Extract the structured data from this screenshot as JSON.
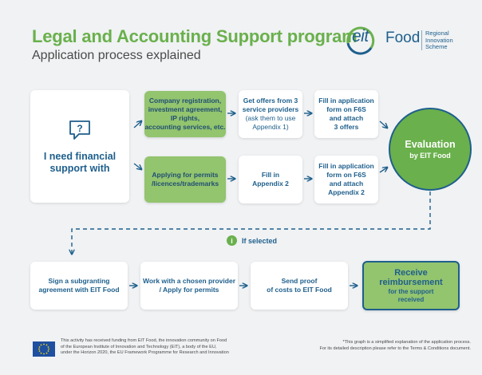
{
  "header": {
    "title": "Legal and Accounting Support program",
    "subtitle": "Application process explained"
  },
  "logo": {
    "eit": "eit",
    "food": "Food",
    "scheme_lines": [
      "Regional",
      "Innovation",
      "Scheme"
    ]
  },
  "colors": {
    "brand_green": "#6ab04c",
    "light_green": "#93c46e",
    "navy": "#1e5f8c",
    "background": "#f0f2f4"
  },
  "start": {
    "icon": "question-chat-icon",
    "lines": [
      "I need financial",
      "support with"
    ]
  },
  "top_row": {
    "category": [
      "Company registration,",
      "investment agreement,",
      "IP rights,",
      "accounting services, etc."
    ],
    "step2_main": [
      "Get offers from 3",
      "service providers"
    ],
    "step2_sub": [
      "(ask them to use",
      "Appendix 1)"
    ],
    "step3": [
      "Fill in application",
      "form on F6S",
      "and attach",
      "3 offers"
    ]
  },
  "bottom_row": {
    "category": [
      "Applying for permits",
      "/licences/trademarks"
    ],
    "step2": [
      "Fill in",
      "Appendix 2"
    ],
    "step3": [
      "Fill in application",
      "form on F6S",
      "and attach",
      "Appendix 2"
    ]
  },
  "evaluation": {
    "title": "Evaluation",
    "subtitle": "by EIT Food"
  },
  "if_selected": {
    "icon_glyph": "i",
    "label": "If selected"
  },
  "final_row": {
    "step1": [
      "Sign a subgranting",
      "agreement with EIT Food"
    ],
    "step2": [
      "Work with a chosen provider",
      "/ Apply for permits"
    ],
    "step3": [
      "Send proof",
      "of costs to EIT Food"
    ],
    "receive_main": [
      "Receive",
      "reimbursement"
    ],
    "receive_sub": [
      "for the support",
      "received"
    ]
  },
  "footer": {
    "funding_lines": [
      "This activity has received funding from EIT Food, the innovation community on Food",
      "of the European Institute of Innovation and Technology (EIT), a body of the EU,",
      "under the Horizon 2020, the EU Framework Programme for Research and Innovation"
    ],
    "note_lines": [
      "*This graph is a simplified explanation of the application process.",
      "For its detailed description please refer to the Terms & Conditions document."
    ]
  }
}
